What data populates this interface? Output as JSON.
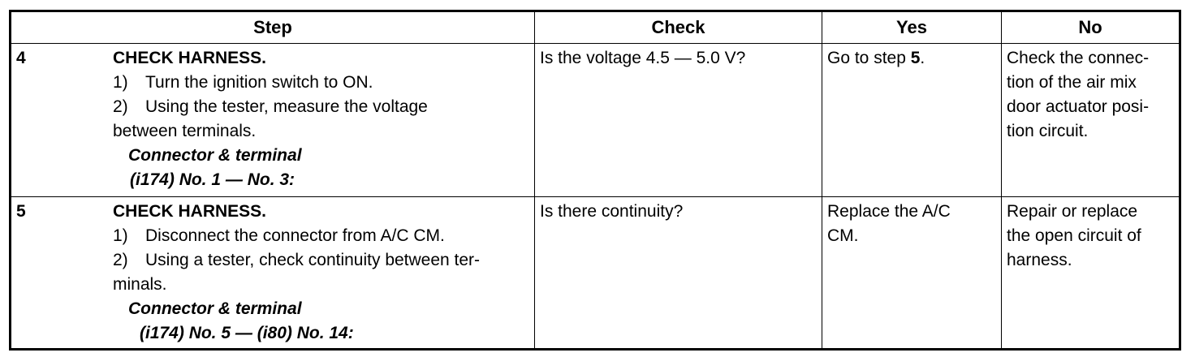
{
  "headers": {
    "step": "Step",
    "check": "Check",
    "yes": "Yes",
    "no": "No"
  },
  "rows": [
    {
      "num": "4",
      "title": "CHECK HARNESS.",
      "i1_num": "1)",
      "i1_text": "Turn the ignition switch to ON.",
      "i2_num": "2)",
      "i2_text": "Using the tester, measure the voltage",
      "i2_cont": "between terminals.",
      "conn_head": "Connector & terminal",
      "conn_val": "(i174) No. 1 — No. 3:",
      "check": "Is the voltage 4.5 — 5.0 V?",
      "yes_text": "Go to step ",
      "yes_step": "5",
      "yes_end": ".",
      "no_l1": "Check the connec-",
      "no_l2": "tion of the air mix",
      "no_l3": "door actuator posi-",
      "no_l4": "tion circuit."
    },
    {
      "num": "5",
      "title": "CHECK HARNESS.",
      "i1_num": "1)",
      "i1_text": "Disconnect the connector from A/C CM.",
      "i2_num": "2)",
      "i2_text": "Using a tester, check continuity between ter-",
      "i2_cont": "minals.",
      "conn_head": "Connector & terminal",
      "conn_val": "(i174) No. 5 — (i80) No. 14:",
      "check": "Is there continuity?",
      "yes_l1": "Replace the A/C",
      "yes_l2": "CM.",
      "no_l1": "Repair or replace",
      "no_l2": "the open circuit of",
      "no_l3": "harness."
    }
  ]
}
